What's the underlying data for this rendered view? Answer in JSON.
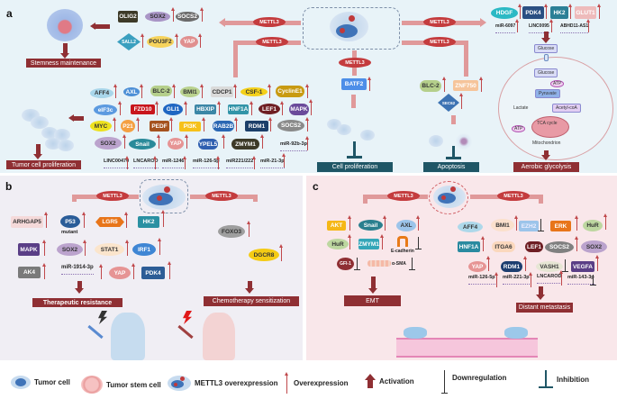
{
  "panels": {
    "a": {
      "label": "a",
      "mettl3": "METTL3",
      "stemness": {
        "row1": [
          "OLIG2",
          "SOX2",
          "SOCS2"
        ],
        "row2": [
          "SALL2",
          "POU3F2",
          "YAP"
        ],
        "outcome": "Stemness maintenance"
      },
      "proliferation": {
        "row1": [
          "AFF4",
          "AXL",
          "BLC-2",
          "BMI1",
          "CDCP1",
          "CSF-1",
          "CyclinE1"
        ],
        "row2": [
          "eIF3c",
          "FZD10",
          "GLI1",
          "HBXIP",
          "HNF1A",
          "LEF1",
          "MAPK"
        ],
        "row3": [
          "MYC",
          "P21",
          "PEDF",
          "PI3K",
          "RAB2B",
          "RDM1",
          "SOCS2"
        ],
        "row4": [
          "SOX2",
          "Snail",
          "YAP",
          "YPEL5",
          "ZMYM1",
          "miR-92b-3p"
        ],
        "row5": [
          "LINC00470",
          "LNCAROD",
          "miR-1246",
          "miR-126-5p",
          "miR221/222",
          "miR-21-3p"
        ],
        "outcome": "Tumor cell proliferation"
      },
      "batf2": {
        "gene": "BATF2",
        "outcome": "Cell proliferation"
      },
      "apoptosis": {
        "genes": [
          "BLC-2",
          "ZNF750",
          "SEC62"
        ],
        "outcome": "Apoptosis"
      },
      "glycolysis": {
        "genes": [
          "HDGF",
          "PDK4",
          "HK2",
          "GLUT1"
        ],
        "ncrna": [
          "miR-6097",
          "LINC0095",
          "ABHD11-AS1"
        ],
        "steps": {
          "glucose_out": "Glucose",
          "glucose_in": "Glucose",
          "atp1": "ATP",
          "pyruvate": "Pyruvate",
          "lactate": "Lactate",
          "acetyl": "Acetyl-coA",
          "tca": "TCA cycle",
          "atp2": "ATP",
          "mito": "Mitochondrion"
        },
        "outcome": "Aerobic glycolysis"
      }
    },
    "b": {
      "label": "b",
      "mettl3": "METTL3",
      "resistance": {
        "row1": [
          "ARHGAP5",
          "P53",
          "LGR5",
          "HK2"
        ],
        "p53_note": "mutant",
        "row2": [
          "MAPK",
          "SOX2",
          "STAT1",
          "IRF1"
        ],
        "row3": [
          "AK4",
          "miR-1914-3p",
          "YAP",
          "PDK4"
        ],
        "outcome": "Therapeutic resistance"
      },
      "sensitization": {
        "genes": [
          "FOXO3",
          "DGCR8"
        ],
        "outcome": "Chemotherapy sensitization"
      }
    },
    "c": {
      "label": "c",
      "mettl3": "METTL3",
      "emt": {
        "row1": [
          "AKT",
          "Snail",
          "AXL"
        ],
        "row2": [
          "HuR",
          "ZMYM1",
          "E-cadherin"
        ],
        "row3": [
          "GFI-1",
          "α-SMA"
        ],
        "outcome": "EMT"
      },
      "metastasis": {
        "row1": [
          "AFF4",
          "BMI1",
          "EZH2",
          "ERK",
          "HuR"
        ],
        "row2": [
          "HNF1A",
          "ITGA6",
          "LEF1",
          "SOCS2",
          "SOX2"
        ],
        "row3": [
          "YAP",
          "RDM1",
          "VASH1",
          "VEGFA"
        ],
        "row4": [
          "miR-126-5p",
          "miR-221-3p",
          "LNCAROD",
          "miR-143-3p"
        ],
        "outcome": "Distant metastasis"
      }
    }
  },
  "legend": {
    "tumor_cell": "Tumor cell",
    "tumor_stem_cell": "Tumor stem cell",
    "mettl3_over": "METTL3 overexpression",
    "overexpression": "Overexpression",
    "activation": "Activation",
    "downregulation": "Downregulation",
    "inhibition": "Inhibition"
  },
  "colors": {
    "panel_a_bg": "#e8f3f8",
    "panel_b_bg": "#f0eef4",
    "panel_c_bg": "#f9e7ea",
    "mettl3": "#c43c3e",
    "outcome_red": "#8f2f33",
    "outcome_teal": "#1f5666",
    "up_arrow": "#c0484b"
  }
}
